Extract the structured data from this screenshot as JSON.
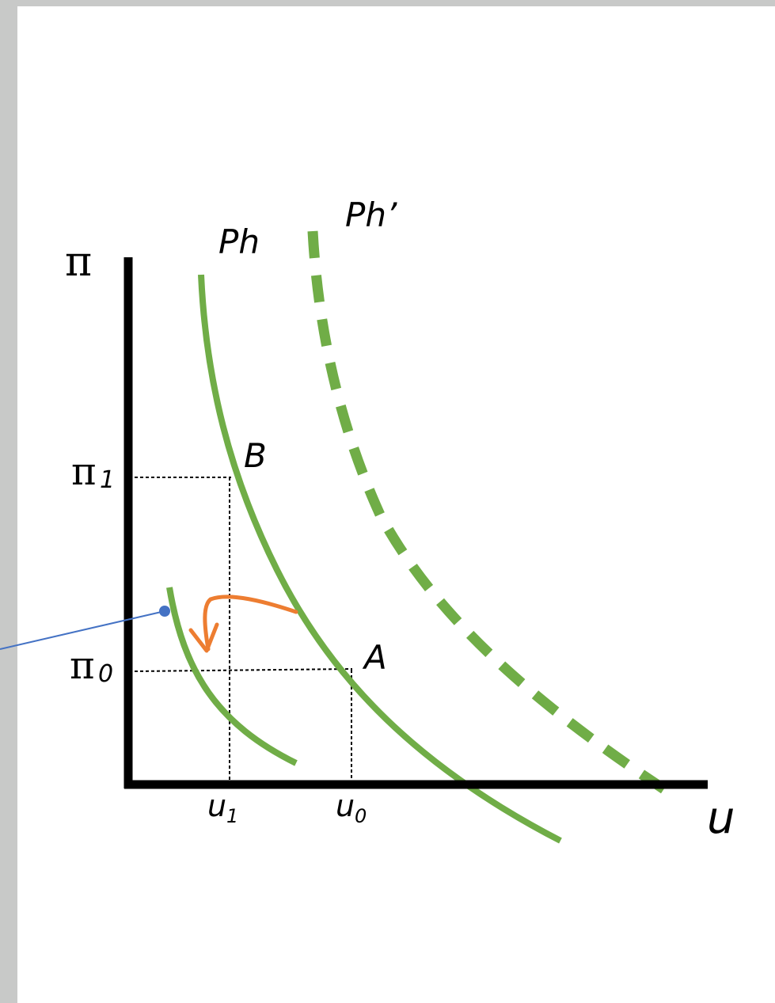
{
  "labels": {
    "y_axis": "π",
    "x_axis": "u",
    "pi1": "π",
    "pi1_sub": "1",
    "pi0": "π",
    "pi0_sub": "0",
    "u1": "u",
    "u1_sub": "1",
    "u0": "u",
    "u0_sub": "0",
    "point_b": "B",
    "point_a": "A",
    "curve_ph": "Ph",
    "curve_ph_shifted": "Ph’"
  },
  "colors": {
    "curve": "#70ad47",
    "arrow": "#ed7d31",
    "pointer": "#4472c4",
    "axis": "#000000",
    "guide": "#000000",
    "page": "#ffffff",
    "background": "#c8c9c8"
  }
}
